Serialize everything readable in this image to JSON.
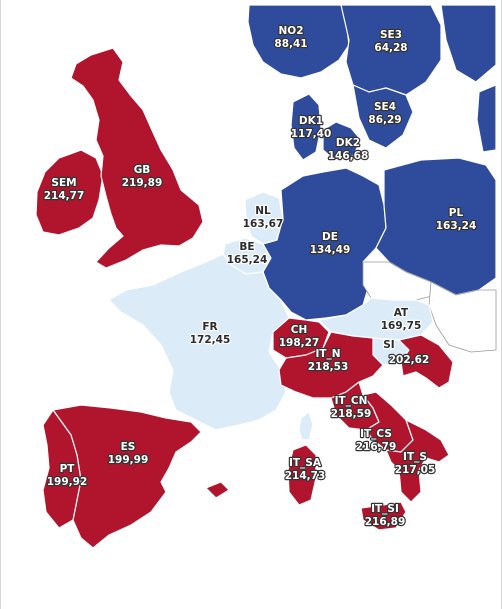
{
  "colors": {
    "high": "#b0152d",
    "mid": "#dcebf8",
    "low": "#2f4c9c",
    "border": "#ffffff",
    "background": "#ffffff"
  },
  "zones": [
    {
      "id": "NO2",
      "code": "NO2",
      "value": "88,41",
      "level": "low"
    },
    {
      "id": "SE3",
      "code": "SE3",
      "value": "64,28",
      "level": "low"
    },
    {
      "id": "SE4",
      "code": "SE4",
      "value": "86,29",
      "level": "low"
    },
    {
      "id": "DK1",
      "code": "DK1",
      "value": "117,40",
      "level": "low"
    },
    {
      "id": "DK2",
      "code": "DK2",
      "value": "146,68",
      "level": "low"
    },
    {
      "id": "SEM",
      "code": "SEM",
      "value": "214,77",
      "level": "high"
    },
    {
      "id": "GB",
      "code": "GB",
      "value": "219,89",
      "level": "high"
    },
    {
      "id": "NL",
      "code": "NL",
      "value": "163,67",
      "level": "mid"
    },
    {
      "id": "BE",
      "code": "BE",
      "value": "165,24",
      "level": "mid"
    },
    {
      "id": "DE",
      "code": "DE",
      "value": "134,49",
      "level": "low"
    },
    {
      "id": "PL",
      "code": "PL",
      "value": "163,24",
      "level": "low"
    },
    {
      "id": "FR",
      "code": "FR",
      "value": "172,45",
      "level": "mid"
    },
    {
      "id": "AT",
      "code": "AT",
      "value": "169,75",
      "level": "mid"
    },
    {
      "id": "CH",
      "code": "CH",
      "value": "198,27",
      "level": "high"
    },
    {
      "id": "SI",
      "code": "SI",
      "value": "",
      "level": "mid"
    },
    {
      "id": "HR",
      "code": "",
      "value": "202,62",
      "level": "high"
    },
    {
      "id": "IT_N",
      "code": "IT_N",
      "value": "218,53",
      "level": "high"
    },
    {
      "id": "IT_CN",
      "code": "IT_CN",
      "value": "218,59",
      "level": "high"
    },
    {
      "id": "IT_CS",
      "code": "IT_CS",
      "value": "216,79",
      "level": "high"
    },
    {
      "id": "IT_S",
      "code": "IT_S",
      "value": "217,05",
      "level": "high"
    },
    {
      "id": "IT_SA",
      "code": "IT_SA",
      "value": "214,73",
      "level": "high"
    },
    {
      "id": "IT_SI",
      "code": "IT_SI",
      "value": "216,89",
      "level": "high"
    },
    {
      "id": "ES",
      "code": "ES",
      "value": "199,99",
      "level": "high"
    },
    {
      "id": "PT",
      "code": "PT",
      "value": "199,92",
      "level": "high"
    }
  ]
}
